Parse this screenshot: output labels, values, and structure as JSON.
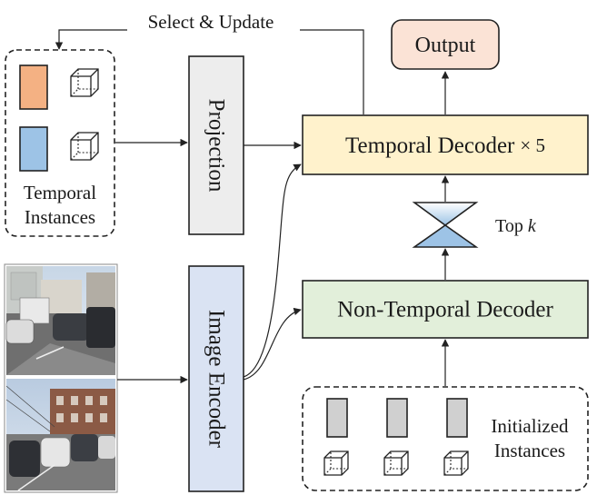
{
  "labels": {
    "select_update": "Select & Update",
    "output": "Output",
    "projection": "Projection",
    "temporal_decoder": "Temporal Decoder",
    "temporal_decoder_times": "× 5",
    "top_k_prefix": "Top",
    "top_k_var": "k",
    "temporal_instances_line1": "Temporal",
    "temporal_instances_line2": "Instances",
    "image_encoder": "Image Encoder",
    "non_temporal_decoder": "Non-Temporal Decoder",
    "initialized_instances_line1": "Initialized",
    "initialized_instances_line2": "Instances"
  },
  "colors": {
    "output_fill": "#fbe3d6",
    "temporal_decoder_fill": "#fff2cc",
    "non_temporal_decoder_fill": "#e2efda",
    "projection_fill": "#ededed",
    "image_encoder_fill": "#dae3f3",
    "orange_instance": "#f4b183",
    "blue_instance": "#9dc3e6",
    "gray_instance": "#d0d0d0",
    "topk_fill": "#bdd7ee"
  }
}
